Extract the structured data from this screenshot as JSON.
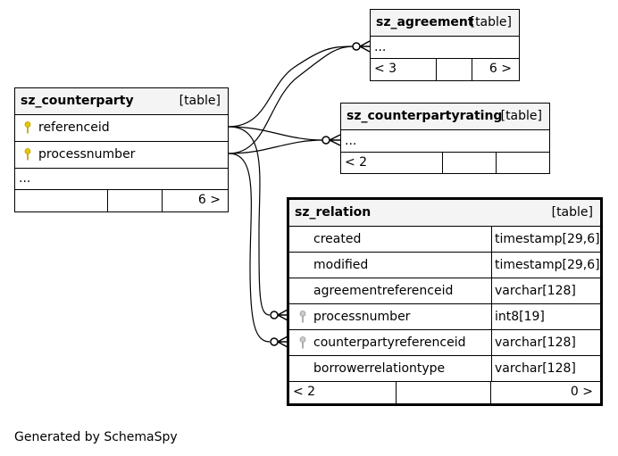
{
  "tables": {
    "agreement": {
      "name": "sz_agreement",
      "kind": "[table]",
      "more": "...",
      "footer": {
        "left": "< 3",
        "right": "6 >"
      }
    },
    "counterpartyrating": {
      "name": "sz_counterpartyrating",
      "kind": "[table]",
      "more": "...",
      "footer": {
        "left": "< 2",
        "right": ""
      }
    },
    "counterparty": {
      "name": "sz_counterparty",
      "kind": "[table]",
      "columns": [
        {
          "name": "referenceid",
          "key": "primary"
        },
        {
          "name": "processnumber",
          "key": "primary"
        }
      ],
      "more": "...",
      "footer": {
        "left": "",
        "right": "6 >"
      }
    },
    "relation": {
      "name": "sz_relation",
      "kind": "[table]",
      "columns": [
        {
          "name": "created",
          "type": "timestamp[29,6]",
          "key": ""
        },
        {
          "name": "modified",
          "type": "timestamp[29,6]",
          "key": ""
        },
        {
          "name": "agreementreferenceid",
          "type": "varchar[128]",
          "key": ""
        },
        {
          "name": "processnumber",
          "type": "int8[19]",
          "key": "foreign"
        },
        {
          "name": "counterpartyreferenceid",
          "type": "varchar[128]",
          "key": "foreign"
        },
        {
          "name": "borrowerrelationtype",
          "type": "varchar[128]",
          "key": ""
        }
      ],
      "footer": {
        "left": "< 2",
        "right": "0 >"
      }
    }
  },
  "generated_by": "Generated by SchemaSpy",
  "colors": {
    "primary_key": "#e6c700",
    "foreign_key": "#9a9a9a",
    "header_bg": "#f4f4f4"
  }
}
